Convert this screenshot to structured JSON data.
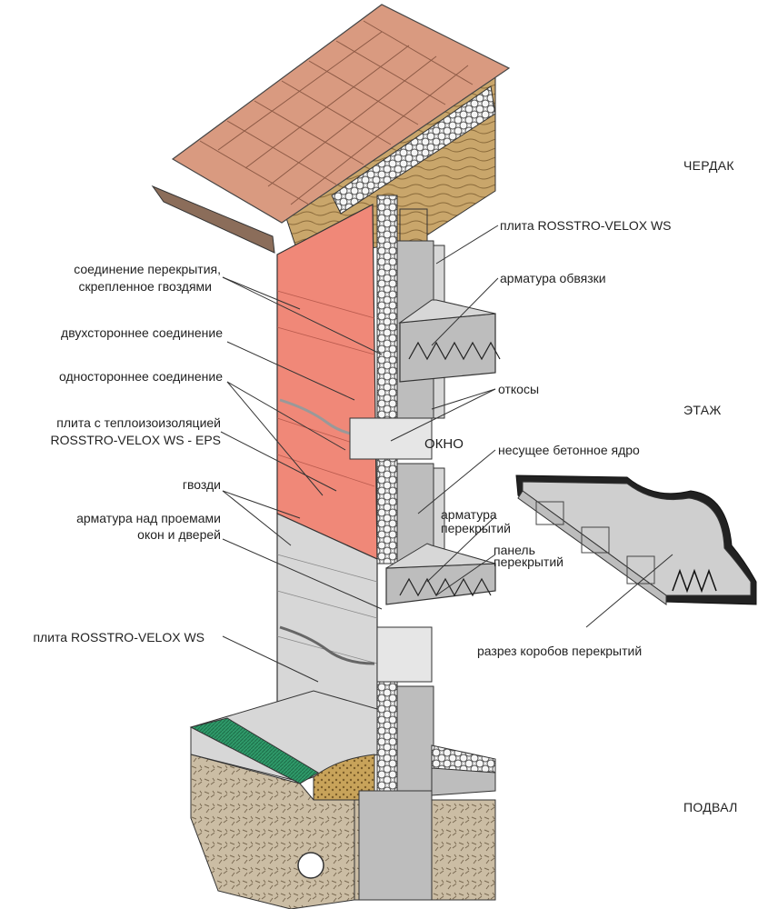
{
  "levels": {
    "attic": "ЧЕРДАК",
    "floor": "ЭТАЖ",
    "basement": "ПОДВАЛ"
  },
  "labels": {
    "plate_ws_top": "плита ROSSTRO-VELOX WS",
    "tie_rebar": "арматура обвязки",
    "slab_joint_line1": "соединение перекрытия,",
    "slab_joint_line2": "скрепленное гвоздями",
    "double_joint": "двухстороннее соединение",
    "single_joint": "одностороннее соединение",
    "reveals": "откосы",
    "eps_plate_line1": "плита с теплоизоизоляцией",
    "eps_plate_line2": "ROSSTRO-VELOX WS - EPS",
    "window": "ОКНО",
    "concrete_core": "несущее бетонное ядро",
    "nails": "гвозди",
    "opening_rebar_line1": "арматура над проемами",
    "opening_rebar_line2": "окон и дверей",
    "slab_rebar_line1": "арматура",
    "slab_rebar_line2": "перекрытий",
    "slab_panel_line1": "панель",
    "slab_panel_line2": "перекрытий",
    "plate_ws_bottom": "плита ROSSTRO-VELOX WS",
    "slab_box_section": "разрез коробов перекрытий"
  },
  "colors": {
    "roof_tile": "#d99a80",
    "roof_tile_dark": "#b97a62",
    "wood": "#c9a66b",
    "eps_pink": "#f08878",
    "ws_grey": "#d7d7d7",
    "concrete": "#bdbdbd",
    "insulation": "#f4f4f4",
    "soil": "#c4b49a",
    "grass": "#2f9a6a",
    "gravel": "#c8a35a"
  }
}
